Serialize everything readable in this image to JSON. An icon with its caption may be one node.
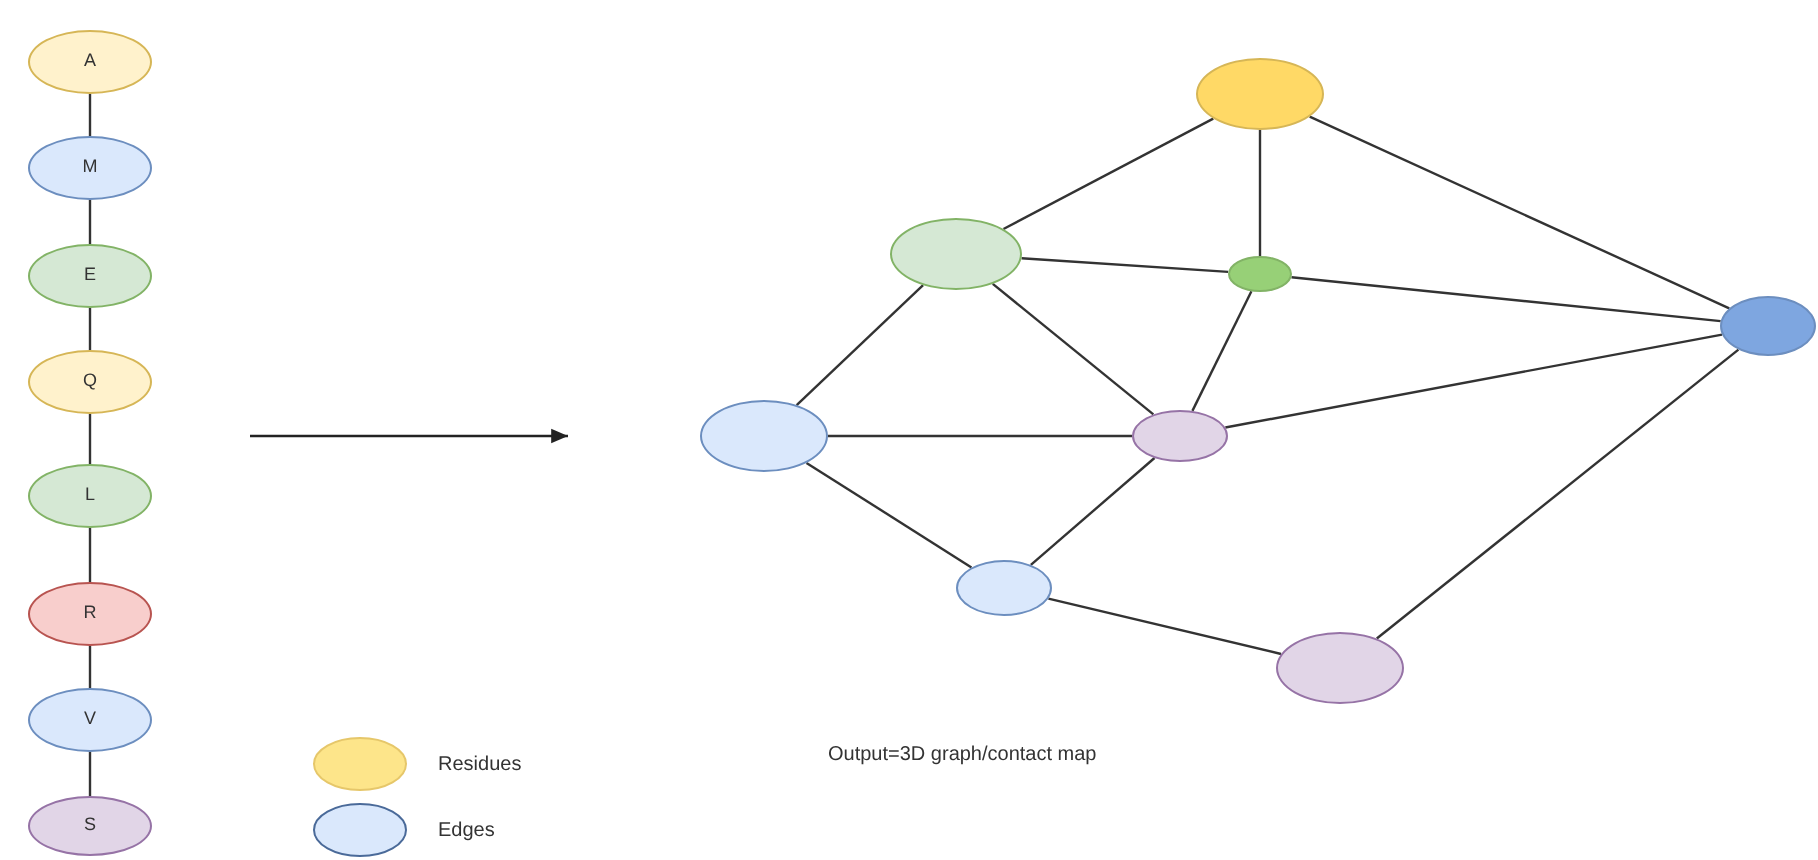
{
  "diagram": {
    "caption": "Output=3D graph/contact map",
    "nodes": [
      {
        "text": [
          "A"
        ]
      },
      {
        "text": [
          "M"
        ]
      },
      {
        "text": [
          "E"
        ]
      },
      {
        "text": [
          "Q"
        ]
      },
      {
        "text": [
          "L"
        ]
      },
      {
        "text": [
          "R"
        ]
      },
      {
        "text": [
          "V"
        ]
      },
      {
        "text": [
          "S"
        ]
      },
      {
        "text": [],
        "shape": "circle"
      },
      {
        "text": [],
        "shape": "circle"
      },
      {
        "text": [],
        "shape": "circle"
      },
      {
        "text": [],
        "shape": "circle"
      },
      {
        "text": [],
        "shape": "circle"
      },
      {
        "text": [],
        "shape": "circle"
      },
      {
        "text": [],
        "shape": "circle"
      },
      {
        "text": [],
        "shape": "circle"
      }
    ],
    "edges": [
      {
        "from": 0,
        "to": 1,
        "arrow": "none"
      },
      {
        "from": 1,
        "to": 2,
        "arrow": "none"
      },
      {
        "from": 2,
        "to": 3,
        "arrow": "none"
      },
      {
        "from": 3,
        "to": 4,
        "arrow": "none"
      },
      {
        "from": 4,
        "to": 5,
        "arrow": "none"
      },
      {
        "from": 5,
        "to": 6,
        "arrow": "none"
      },
      {
        "from": 6,
        "to": 7,
        "arrow": "none"
      },
      {
        "from": 8,
        "to": 9,
        "arrow": "none"
      },
      {
        "from": 8,
        "to": 10,
        "arrow": "none"
      },
      {
        "from": 8,
        "to": 11,
        "arrow": "none"
      },
      {
        "from": 9,
        "to": 10,
        "arrow": "none"
      },
      {
        "from": 9,
        "to": 12,
        "arrow": "none"
      },
      {
        "from": 9,
        "to": 13,
        "arrow": "none"
      },
      {
        "from": 10,
        "to": 13,
        "arrow": "none"
      },
      {
        "from": 10,
        "to": 11,
        "arrow": "none"
      },
      {
        "from": 13,
        "to": 11,
        "arrow": "none"
      },
      {
        "from": 12,
        "to": 13,
        "arrow": "none"
      },
      {
        "from": 12,
        "to": 14,
        "arrow": "none"
      },
      {
        "from": 14,
        "to": 13,
        "arrow": "none"
      },
      {
        "from": 14,
        "to": 15,
        "arrow": "none"
      },
      {
        "from": 15,
        "to": 11,
        "arrow": "none"
      }
    ],
    "legend": [
      {
        "text": "Residues",
        "color": "#fde58a"
      },
      {
        "text": "Edges",
        "color": "#dae8fc"
      }
    ]
  }
}
